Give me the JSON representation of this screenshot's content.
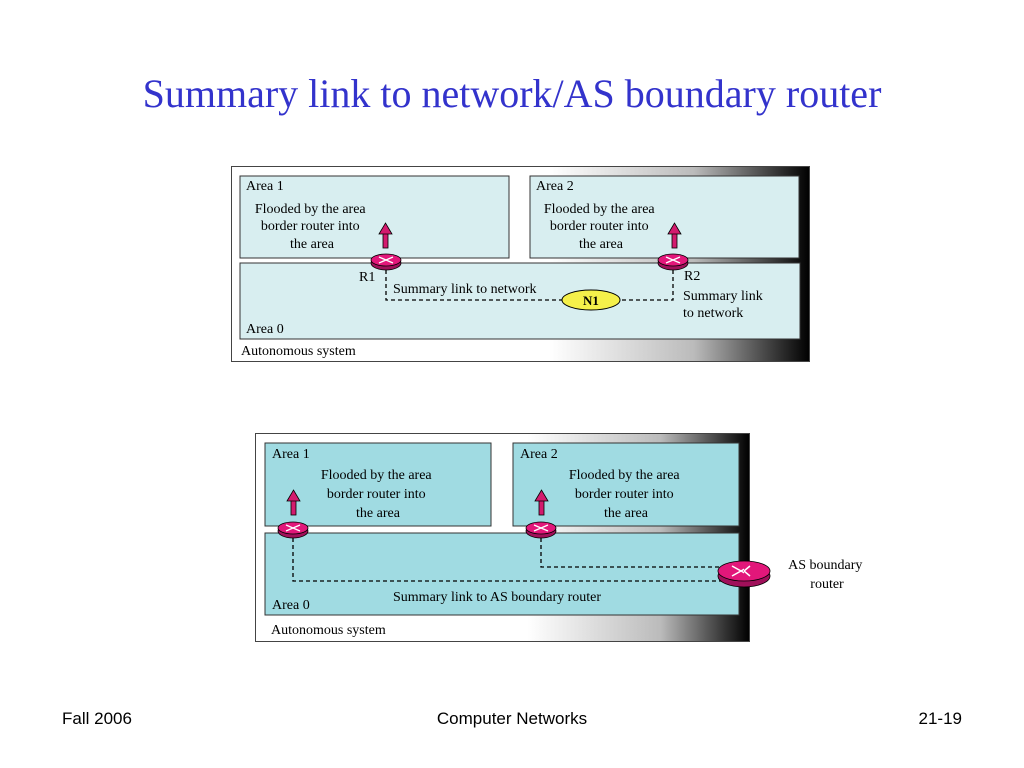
{
  "slide": {
    "title": "Summary link to network/AS boundary router"
  },
  "diagram_1": {
    "area1_label": "Area 1",
    "area2_label": "Area 2",
    "area0_label": "Area 0",
    "area1_note": [
      "Flooded by the area",
      "border router into",
      "the area"
    ],
    "area2_note": [
      "Flooded by the area",
      "border router into",
      "the area"
    ],
    "router1_label": "R1",
    "router2_label": "R2",
    "link1_label": "Summary link to network",
    "link2_label": [
      "Summary link",
      "to network"
    ],
    "network_label": "N1",
    "as_label": "Autonomous system"
  },
  "diagram_2": {
    "area1_label": "Area 1",
    "area2_label": "Area 2",
    "area0_label": "Area 0",
    "area1_note": [
      "Flooded by the area",
      "border router into",
      "the area"
    ],
    "area2_note": [
      "Flooded by the area",
      "border router into",
      "the area"
    ],
    "link_label": "Summary link to AS boundary router",
    "asbr_label": [
      "AS boundary",
      "router"
    ],
    "as_label": "Autonomous system"
  },
  "footer": {
    "left": "Fall 2006",
    "center": "Computer Networks",
    "right": "21-19"
  },
  "colors": {
    "title": "#3333cc",
    "area_fill_1": "#d8eef0",
    "area_fill_2": "#a0dbe2",
    "router": "#e2177a",
    "arrow": "#d31b6e",
    "network": "#f5f04a"
  }
}
